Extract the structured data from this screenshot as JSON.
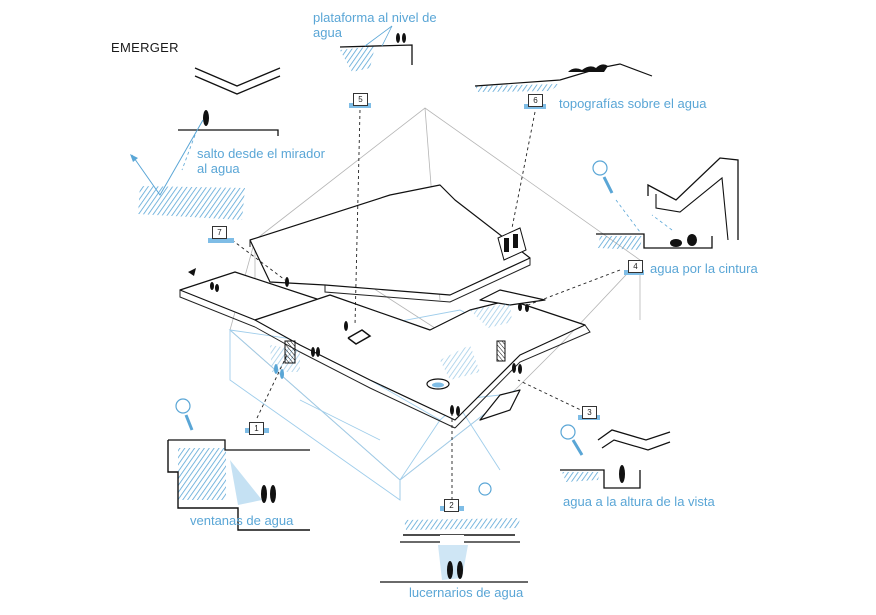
{
  "title": "EMERGER",
  "colors": {
    "accent": "#5aa6d6",
    "ink": "#1a1a1a",
    "faint": "#9a9a9a"
  },
  "callouts": [
    {
      "num": "1",
      "label": "ventanas de agua"
    },
    {
      "num": "2",
      "label": "lucernarios de agua"
    },
    {
      "num": "3",
      "label": "agua a la altura de la vista"
    },
    {
      "num": "4",
      "label": "agua por la cintura"
    },
    {
      "num": "5",
      "label": "plataforma al nivel de agua"
    },
    {
      "num": "6",
      "label": "topografías sobre el agua"
    },
    {
      "num": "7",
      "label": "salto desde el mirador al agua"
    }
  ]
}
